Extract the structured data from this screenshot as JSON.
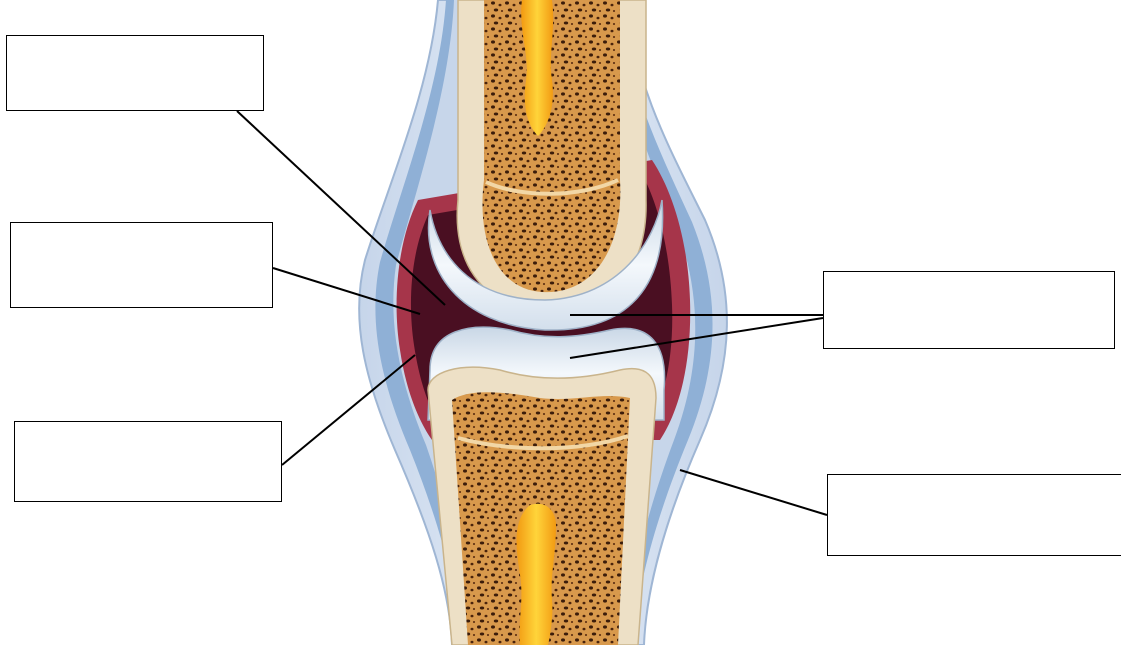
{
  "diagram": {
    "type": "labelling-worksheet",
    "subject_icon": "synovial-joint-illustration",
    "label_boxes": [
      {
        "id": "top-left",
        "text": ""
      },
      {
        "id": "middle-left",
        "text": ""
      },
      {
        "id": "bottom-left",
        "text": ""
      },
      {
        "id": "middle-right",
        "text": ""
      },
      {
        "id": "bottom-right",
        "text": ""
      }
    ]
  },
  "colors": {
    "outer_capsule": "#d6e2f1",
    "capsule_band": "#8fb0d6",
    "synovial_cavity": "#4a0f22",
    "synovial_membrane": "#a6354a",
    "cartilage": "#e9f0f7",
    "bone_shell": "#ede0c6",
    "spongy_bone": "#d99a4e",
    "marrow": "#f7b81c",
    "leader_line": "#000000"
  }
}
